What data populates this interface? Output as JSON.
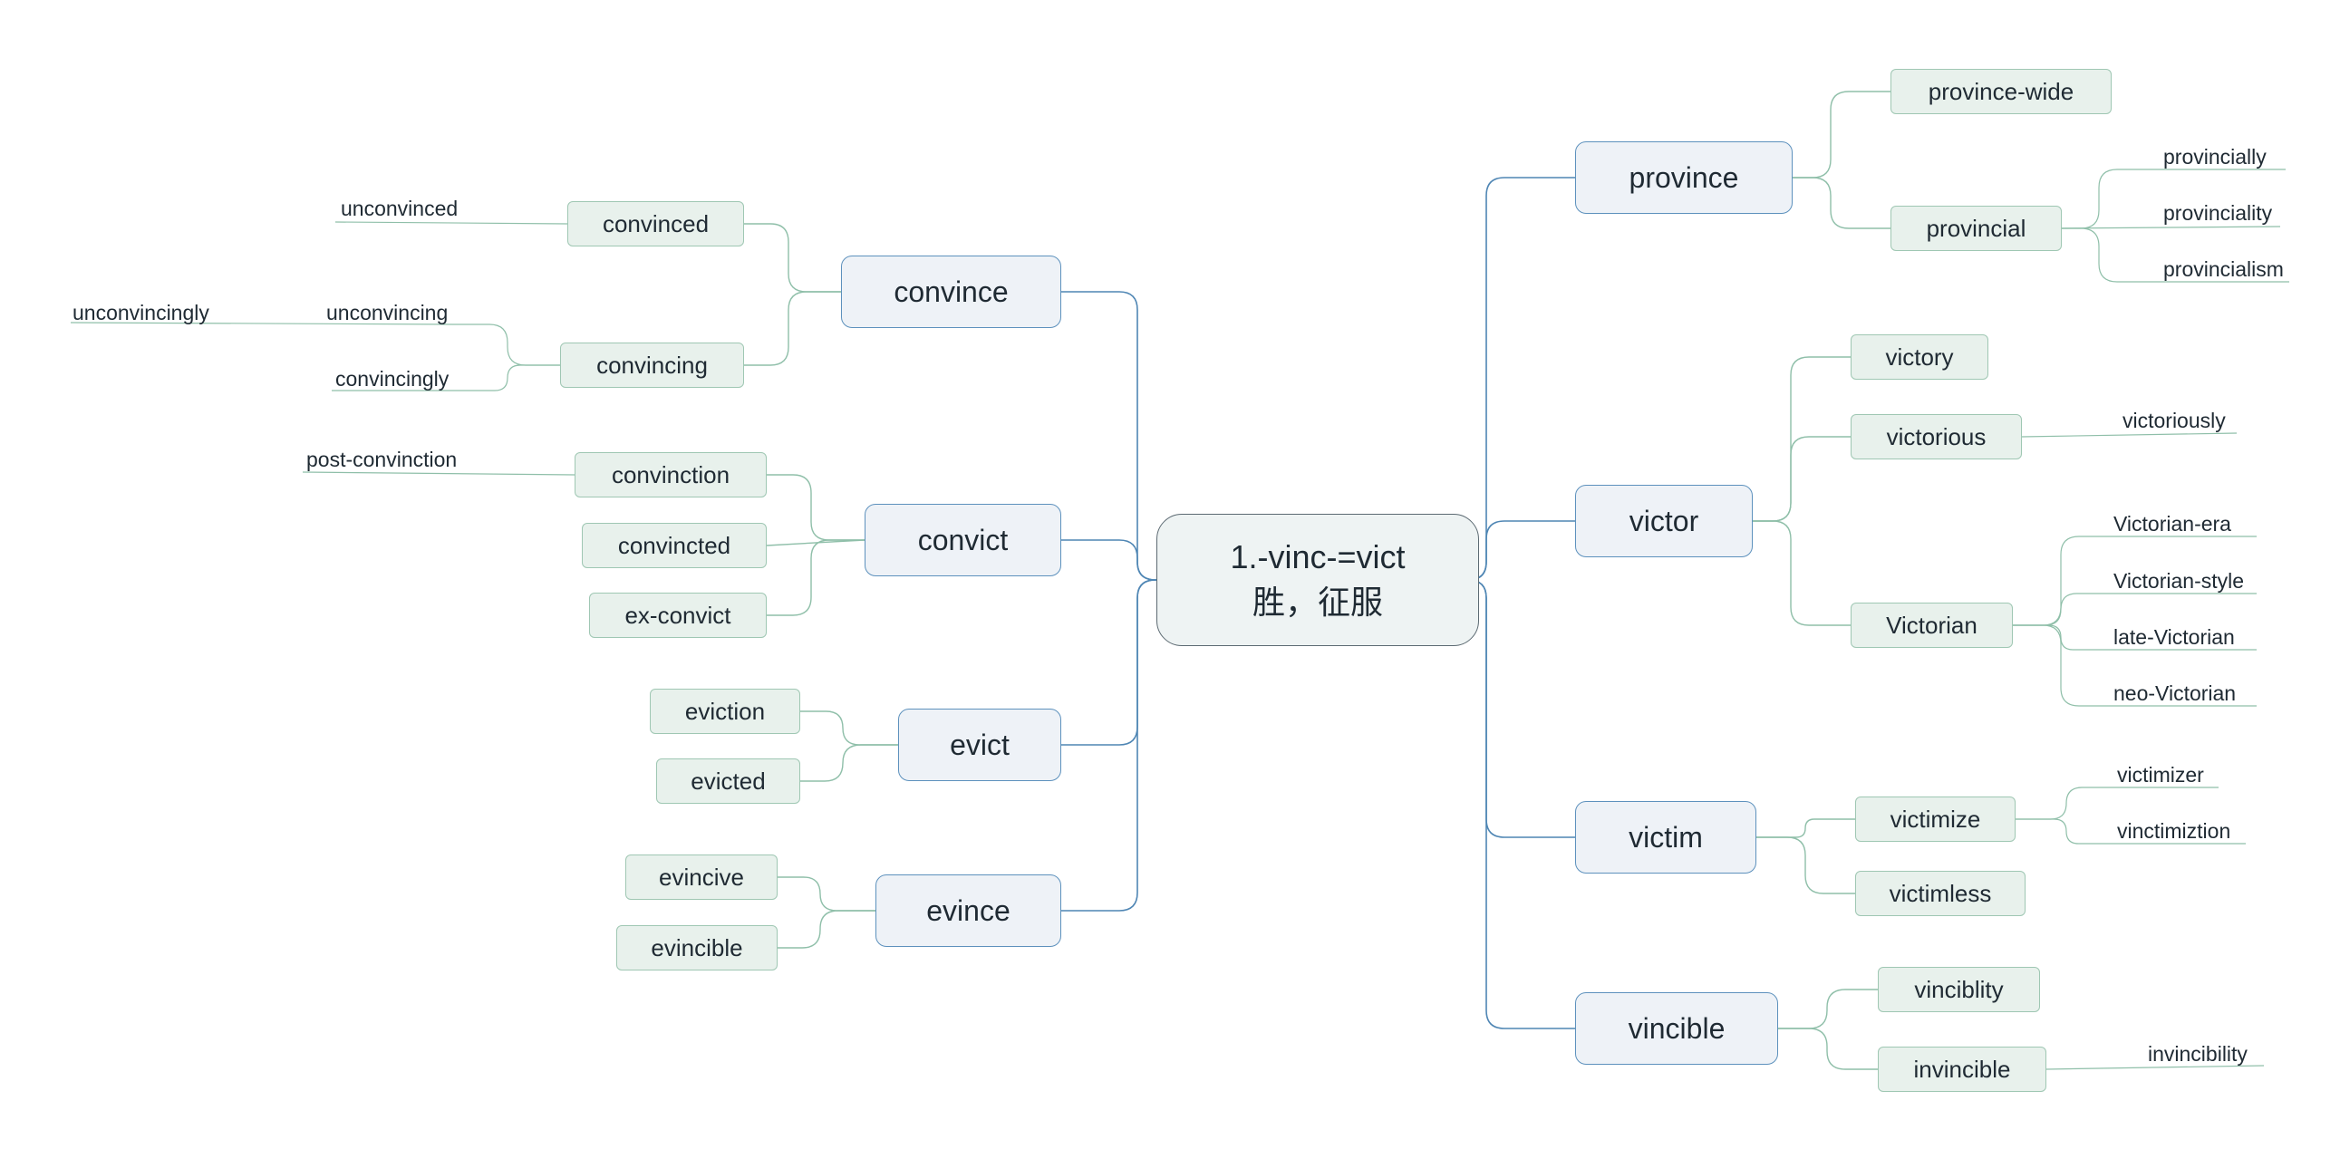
{
  "root": {
    "line1": "1.-vinc-=vict",
    "line2": "胜，征服"
  },
  "left": {
    "convince": {
      "label": "convince",
      "convinced": {
        "label": "convinced",
        "unconvinced": "unconvinced"
      },
      "convincing": {
        "label": "convincing",
        "unconvincing": "unconvincing",
        "unconvincingly": "unconvincingly",
        "convincingly": "convincingly"
      }
    },
    "convict": {
      "label": "convict",
      "convinction": {
        "label": "convinction",
        "post_convinction": "post-convinction"
      },
      "convincted": "convincted",
      "ex_convict": "ex-convict"
    },
    "evict": {
      "label": "evict",
      "eviction": "eviction",
      "evicted": "evicted"
    },
    "evince": {
      "label": "evince",
      "evincive": "evincive",
      "evincible": "evincible"
    }
  },
  "right": {
    "province": {
      "label": "province",
      "province_wide": "province-wide",
      "provincial": {
        "label": "provincial",
        "provincially": "provincially",
        "provinciality": "provinciality",
        "provincialism": "provincialism"
      }
    },
    "victor": {
      "label": "victor",
      "victory": "victory",
      "victorious": {
        "label": "victorious",
        "victoriously": "victoriously"
      },
      "victorian": {
        "label": "Victorian",
        "era": "Victorian-era",
        "style": "Victorian-style",
        "late": "late-Victorian",
        "neo": "neo-Victorian"
      }
    },
    "victim": {
      "label": "victim",
      "victimize": {
        "label": "victimize",
        "victimizer": "victimizer",
        "vinctimiztion": "vinctimiztion"
      },
      "victimless": "victimless"
    },
    "vincible": {
      "label": "vincible",
      "vinciblity": "vinciblity",
      "invincible": {
        "label": "invincible",
        "invincibility": "invincibility"
      }
    }
  },
  "colors": {
    "main_link": "#4f86b4",
    "sub_link": "#8fbfa9",
    "main_border": "#5d91bd",
    "sub_fill": "#e8f1ec"
  }
}
